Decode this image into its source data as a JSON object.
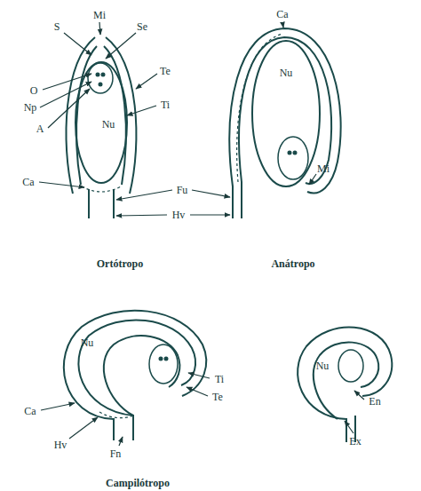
{
  "diagram": {
    "labels": [
      "Mi",
      "S",
      "Se",
      "O",
      "Te",
      "Np",
      "Ti",
      "A",
      "Nu",
      "Ca",
      "Fu",
      "Hv",
      "Ortótropo",
      "Ca",
      "Nu",
      "Mi",
      "Anátropo",
      "Nu",
      "Ti",
      "Ca",
      "Te",
      "Hv",
      "Fn",
      "Nu",
      "En",
      "Ex",
      "Campilótropo"
    ]
  }
}
